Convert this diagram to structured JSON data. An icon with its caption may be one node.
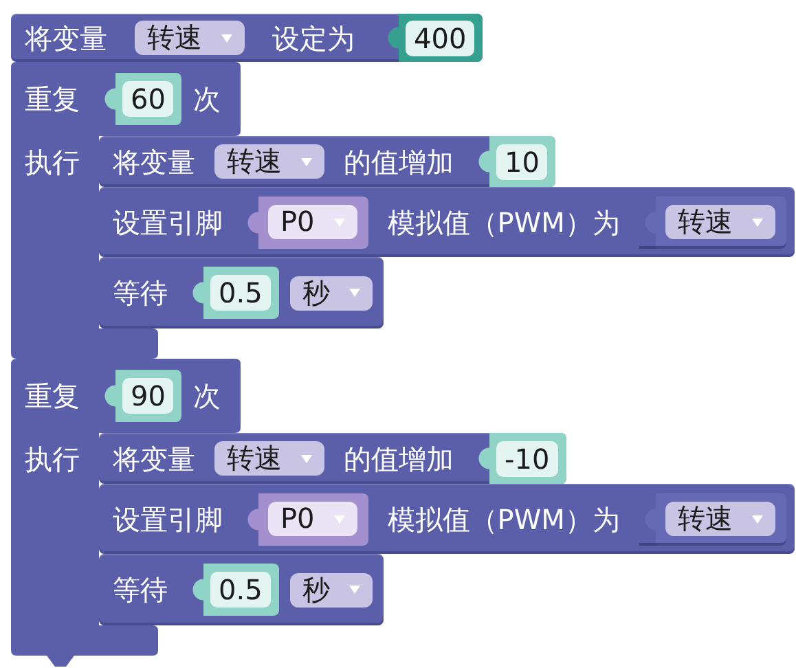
{
  "diagram": {
    "nodes": [
      {
        "text": [
          "将变量",
          "设定为"
        ]
      },
      {
        "text": [
          "转速"
        ],
        "in": 0
      },
      {
        "text": [
          "400"
        ],
        "in": 0
      },
      {
        "text": [
          "重复",
          "次",
          "执行"
        ]
      },
      {
        "text": [
          "60"
        ],
        "in": 3
      },
      {
        "text": [
          "将变量",
          "的值增加"
        ]
      },
      {
        "text": [
          "转速"
        ],
        "in": 5
      },
      {
        "text": [
          "10"
        ],
        "in": 5
      },
      {
        "text": [
          "设置引脚",
          "模拟值（PWM）为"
        ]
      },
      {
        "text": [
          "P0"
        ],
        "in": 8
      },
      {
        "text": [
          "转速"
        ],
        "in": 8
      },
      {
        "text": [
          "等待"
        ]
      },
      {
        "text": [
          "0.5"
        ],
        "in": 11
      },
      {
        "text": [
          "秒"
        ],
        "in": 11
      },
      {
        "text": [
          "重复",
          "次",
          "执行"
        ]
      },
      {
        "text": [
          "90"
        ],
        "in": 14
      },
      {
        "text": [
          "将变量",
          "的值增加"
        ]
      },
      {
        "text": [
          "转速"
        ],
        "in": 16
      },
      {
        "text": [
          "-10"
        ],
        "in": 16
      },
      {
        "text": [
          "设置引脚",
          "模拟值（PWM）为"
        ]
      },
      {
        "text": [
          "P0"
        ],
        "in": 19
      },
      {
        "text": [
          "转速"
        ],
        "in": 19
      },
      {
        "text": [
          "等待"
        ]
      },
      {
        "text": [
          "0.5"
        ],
        "in": 22
      },
      {
        "text": [
          "秒"
        ],
        "in": 22
      }
    ]
  }
}
